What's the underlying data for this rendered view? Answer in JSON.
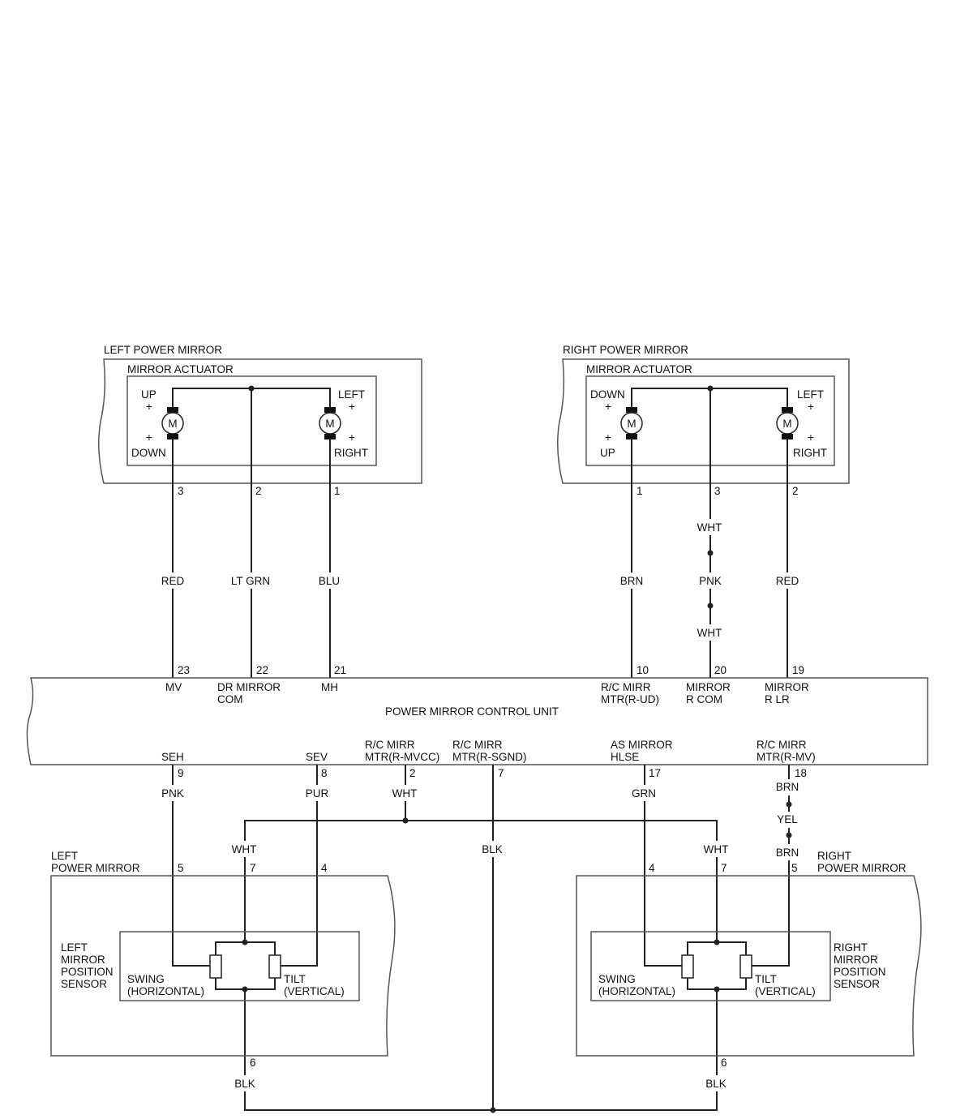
{
  "left_mirror": {
    "title": "LEFT POWER MIRROR",
    "actuator": "MIRROR ACTUATOR",
    "motor_symbol": "M",
    "up": "UP",
    "down": "DOWN",
    "left": "LEFT",
    "right": "RIGHT",
    "plus": "+",
    "pins": {
      "p3": "3",
      "p2": "2",
      "p1": "1"
    },
    "wires": {
      "red": "RED",
      "ltgrn": "LT GRN",
      "blu": "BLU"
    }
  },
  "right_mirror": {
    "title": "RIGHT POWER MIRROR",
    "actuator": "MIRROR ACTUATOR",
    "motor_symbol": "M",
    "down": "DOWN",
    "up": "UP",
    "left": "LEFT",
    "right": "RIGHT",
    "plus": "+",
    "pins": {
      "p1": "1",
      "p3": "3",
      "p2": "2"
    },
    "wires": {
      "brn": "BRN",
      "wht": "WHT",
      "pnk": "PNK",
      "red": "RED"
    }
  },
  "control_unit": {
    "name": "POWER MIRROR CONTROL UNIT",
    "top_terminals": {
      "t23_num": "23",
      "t23_l1": "MV",
      "t22_num": "22",
      "t22_l1": "DR MIRROR",
      "t22_l2": "COM",
      "t21_num": "21",
      "t21_l1": "MH",
      "t10_num": "10",
      "t10_l1": "R/C MIRR",
      "t10_l2": "MTR(R-UD)",
      "t20_num": "20",
      "t20_l1": "MIRROR",
      "t20_l2": "R COM",
      "t19_num": "19",
      "t19_l1": "MIRROR",
      "t19_l2": "R LR"
    },
    "bottom_terminals": {
      "b9_l1": "SEH",
      "b9_num": "9",
      "b8_l1": "SEV",
      "b8_num": "8",
      "b2_l1": "R/C MIRR",
      "b2_l2": "MTR(R-MVCC)",
      "b2_num": "2",
      "b7_l1": "R/C MIRR",
      "b7_l2": "MTR(R-SGND)",
      "b7_num": "7",
      "b17_l1": "AS MIRROR",
      "b17_l2": "HLSE",
      "b17_num": "17",
      "b18_l1": "R/C MIRR",
      "b18_l2": "MTR(R-MV)",
      "b18_num": "18"
    }
  },
  "bottom_wires": {
    "pnk": "PNK",
    "pur": "PUR",
    "wht": "WHT",
    "blk": "BLK",
    "grn": "GRN",
    "brn": "BRN",
    "yel": "YEL"
  },
  "left_sensor": {
    "title_l1": "LEFT",
    "title_l2": "POWER MIRROR",
    "name_l1": "LEFT",
    "name_l2": "MIRROR",
    "name_l3": "POSITION",
    "name_l4": "SENSOR",
    "swing_l1": "SWING",
    "swing_l2": "(HORIZONTAL)",
    "tilt_l1": "TILT",
    "tilt_l2": "(VERTICAL)",
    "pins": {
      "p5": "5",
      "p7": "7",
      "p4": "4",
      "p6": "6"
    }
  },
  "right_sensor": {
    "title_l1": "RIGHT",
    "title_l2": "POWER MIRROR",
    "name_l1": "RIGHT",
    "name_l2": "MIRROR",
    "name_l3": "POSITION",
    "name_l4": "SENSOR",
    "swing_l1": "SWING",
    "swing_l2": "(HORIZONTAL)",
    "tilt_l1": "TILT",
    "tilt_l2": "(VERTICAL)",
    "pins": {
      "p4": "4",
      "p7": "7",
      "p5": "5",
      "p6": "6"
    }
  }
}
